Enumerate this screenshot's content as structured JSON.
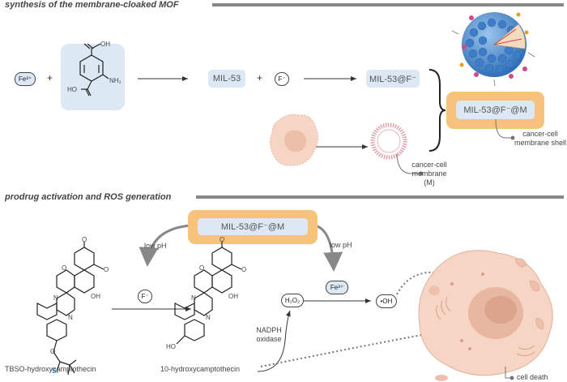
{
  "sections": {
    "synthesis_title": "synthesis of the membrane-cloaked MOF",
    "activation_title": "prodrug activation and ROS generation"
  },
  "synthesis": {
    "fe_ion": "Fe³⁺",
    "plus": "+",
    "ligand_labels": {
      "oh": "OH",
      "ho": "HO",
      "nh2": "NH₂"
    },
    "mil53": "MIL-53",
    "fluoride": "F⁻",
    "mil53_f": "MIL-53@F⁻",
    "mil53_f_m": "MIL-53@F⁻@M",
    "shell_label": [
      "cancer-cell",
      "membrane shell"
    ],
    "membrane_label": [
      "cancer-cell",
      "membrane",
      "(M)"
    ]
  },
  "activation": {
    "mof_box": "MIL-53@F⁻@M",
    "low_ph_left": "low pH",
    "low_ph_right": "low pH",
    "fluoride": "F⁻",
    "fe_ion": "Fe³⁺",
    "h2o2": "H₂O₂",
    "oh_radical": "•OH",
    "nadph": [
      "NADPH",
      "oxidase"
    ],
    "prodrug_name": "TBSO-hydroxycamptothecin",
    "drug_name": "10-hydroxycamptothecin",
    "cell_death": "cell death",
    "atoms": {
      "o": "O",
      "n": "N",
      "oh": "OH",
      "ho": "HO",
      "si": "Si"
    }
  },
  "colors": {
    "orange": "#f7c27b",
    "light_blue": "#dce8f4",
    "cell_pink": "#f6d5c4",
    "arrow_gray": "#888888",
    "si_blue": "#2d7fc0"
  }
}
